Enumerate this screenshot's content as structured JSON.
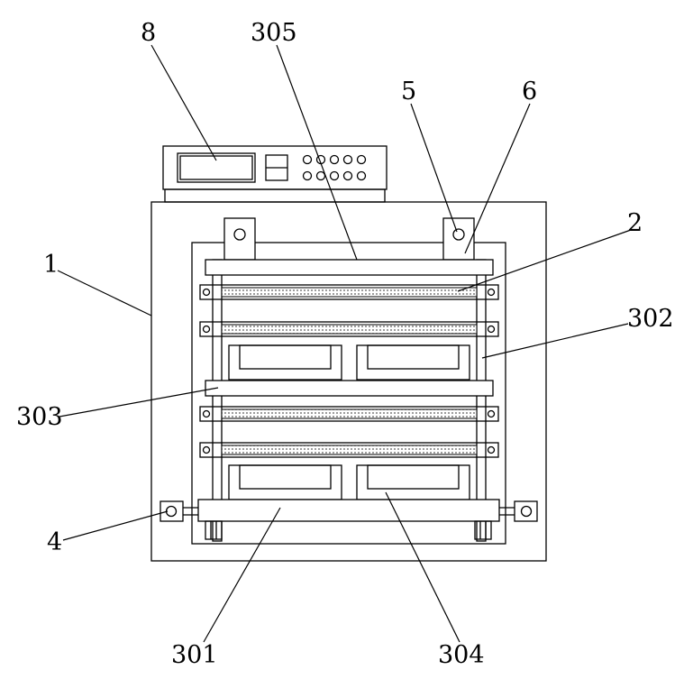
{
  "labels": {
    "l8": "8",
    "l305": "305",
    "l5": "5",
    "l6": "6",
    "l2": "2",
    "l1": "1",
    "l302": "302",
    "l303": "303",
    "l4": "4",
    "l301": "301",
    "l304": "304"
  }
}
